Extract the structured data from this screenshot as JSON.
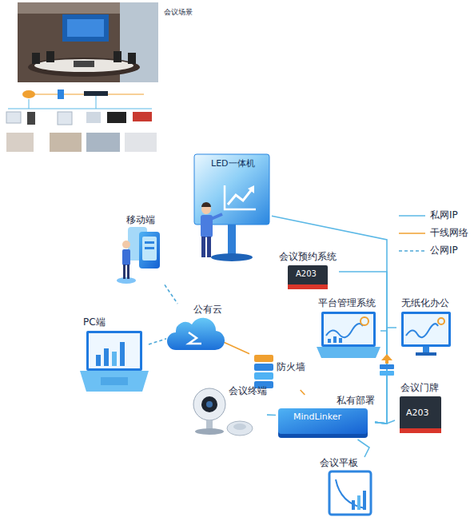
{
  "diagram": {
    "nodes": [
      {
        "text": [
          "LED一体机"
        ]
      },
      {
        "text": [
          "移动端"
        ]
      },
      {
        "text": [
          "会议预约系统",
          "A203"
        ]
      },
      {
        "text": [
          "平台管理系统"
        ]
      },
      {
        "text": [
          "无纸化办公"
        ]
      },
      {
        "text": [
          "公有云"
        ]
      },
      {
        "text": [
          "PC端"
        ]
      },
      {
        "text": [
          "防火墙"
        ]
      },
      {
        "text": [
          "会议终端"
        ]
      },
      {
        "text": [
          "MindLinker",
          "私有部署"
        ]
      },
      {
        "text": [
          "会议门牌",
          "A203"
        ]
      },
      {
        "text": [
          "会议平板"
        ]
      }
    ],
    "edges": [
      {
        "from": 1,
        "to": 5,
        "arrow": "none"
      },
      {
        "from": 6,
        "to": 5,
        "arrow": "none"
      },
      {
        "from": 5,
        "to": 7,
        "arrow": "none"
      },
      {
        "from": 7,
        "to": 9,
        "arrow": "none"
      },
      {
        "from": 0,
        "to": 9,
        "arrow": "none"
      },
      {
        "from": 2,
        "to": 9,
        "arrow": "none"
      },
      {
        "from": 3,
        "to": 9,
        "arrow": "none"
      },
      {
        "from": 4,
        "to": 9,
        "arrow": "none"
      },
      {
        "from": 10,
        "to": 9,
        "arrow": "none"
      },
      {
        "from": 11,
        "to": 9,
        "arrow": "none"
      },
      {
        "from": 8,
        "to": 9,
        "arrow": "none"
      }
    ],
    "labels": [
      "会议场景"
    ],
    "legend": [
      {
        "text": "私网IP"
      },
      {
        "text": "干线网络"
      },
      {
        "text": "公网IP"
      }
    ]
  }
}
